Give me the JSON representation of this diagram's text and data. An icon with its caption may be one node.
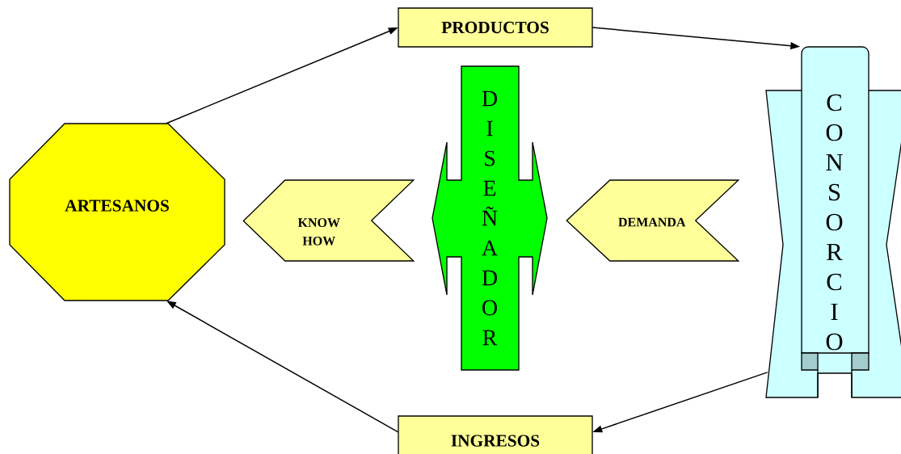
{
  "diagram": {
    "nodes": [
      {
        "text": [
          "ARTESANOS"
        ]
      },
      {
        "text": [
          "PRODUCTOS"
        ]
      },
      {
        "text": [
          "DISEÑADOR"
        ]
      },
      {
        "text": [
          "CONSORCIO"
        ]
      },
      {
        "text": [
          "INGRESOS"
        ]
      }
    ],
    "edges": [
      {
        "from": 0,
        "to": 1,
        "arrow": "to"
      },
      {
        "from": 1,
        "to": 3,
        "arrow": "to"
      },
      {
        "from": 3,
        "to": 4,
        "arrow": "to"
      },
      {
        "from": 4,
        "to": 0,
        "arrow": "to"
      },
      {
        "from": 2,
        "to": 0,
        "arrow": "to",
        "label": "KNOW HOW",
        "style": "thick"
      },
      {
        "from": 3,
        "to": 2,
        "arrow": "to",
        "label": "DEMANDA",
        "style": "thick"
      }
    ]
  }
}
